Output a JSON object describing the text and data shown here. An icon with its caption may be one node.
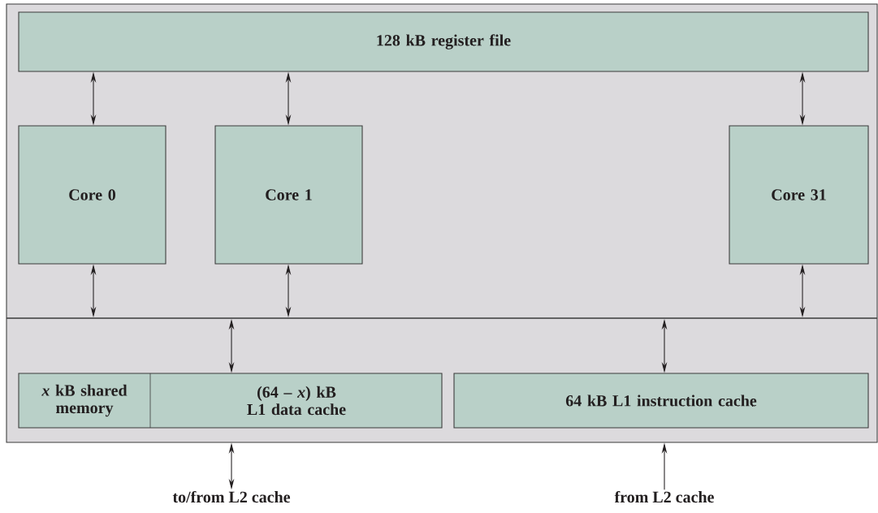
{
  "diagram": {
    "nodes": [
      {
        "text": [],
        "shape": "box"
      },
      {
        "text": [
          "128 kB register file"
        ],
        "in": 0
      },
      {
        "text": [
          "Core 0"
        ],
        "in": 0
      },
      {
        "text": [
          "Core 1"
        ],
        "in": 0
      },
      {
        "text": [
          "Core 31"
        ],
        "in": 0
      },
      {
        "text": [],
        "shape": "bar",
        "in": 0
      },
      {
        "text": [
          "*x* kB shared memory",
          "(64 – *x*) kB L1 data cache"
        ],
        "in": 0
      },
      {
        "text": [
          "64 kB L1 instruction cache"
        ],
        "in": 0
      },
      {
        "text": [
          "to/from L2 cache"
        ]
      },
      {
        "text": [
          "from L2 cache"
        ]
      }
    ],
    "edges": [
      {
        "from": 1,
        "to": 2,
        "arrow": "both"
      },
      {
        "from": 1,
        "to": 3,
        "arrow": "both"
      },
      {
        "from": 1,
        "to": 4,
        "arrow": "both"
      },
      {
        "from": 2,
        "to": 5,
        "arrow": "both"
      },
      {
        "from": 3,
        "to": 5,
        "arrow": "both"
      },
      {
        "from": 4,
        "to": 5,
        "arrow": "both"
      },
      {
        "from": 5,
        "to": 6,
        "arrow": "both"
      },
      {
        "from": 5,
        "to": 7,
        "arrow": "both"
      },
      {
        "from": 8,
        "to": 0,
        "arrow": "both"
      },
      {
        "from": 9,
        "to": 0,
        "arrow": "to"
      }
    ]
  }
}
